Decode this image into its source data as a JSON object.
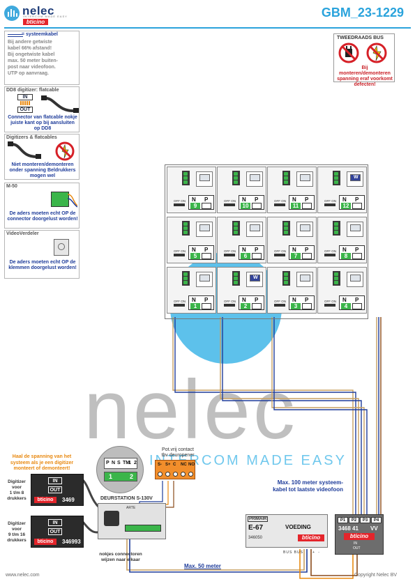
{
  "header": {
    "logo_name": "nelec",
    "logo_tagline": "INTERCOM MADE EASY",
    "brand": "bticino",
    "doc_code": "GBM_23-1229"
  },
  "warning_box": {
    "title": "TWEEDRAADS BUS",
    "text": "Bij monteren/demonteren spanning eraf voorkomt defecten!"
  },
  "side_panels": {
    "cable": {
      "title": "= systeemkabel",
      "lines": [
        "Bij andere getwiste",
        "kabel 66% afstand!",
        "Bij ongetwiste kabel",
        "max. 50 meter buiten-",
        "post naar videofoon.",
        "UTP op aanvraag."
      ]
    },
    "flatcable": {
      "title": "DD8 digitizer: flatcable",
      "in_label": "IN",
      "out_label": "OUT",
      "text": "Connector van flatcable nokje juiste kant op bij aansluiten op DD8"
    },
    "digitizers": {
      "title": "Digitizers & flatcables",
      "text": "Niet monteren/demonteren onder spanning Beldrukkers mogen wel"
    },
    "m50": {
      "title": "M-50",
      "text": "De aders moeten echt OP de connector doorgelust worden!"
    },
    "videoverdeler": {
      "title": "VideoVerdeler",
      "text": "De aders moeten echt OP de klemmen doorgelust worden!"
    }
  },
  "grid": {
    "switch_label": "OFF ON",
    "n_label": "N",
    "p_label": "P",
    "accent_marker": "W",
    "rows": [
      [
        {
          "num": "9"
        },
        {
          "num": "10"
        },
        {
          "num": "11"
        },
        {
          "num": "12",
          "accent": true
        }
      ],
      [
        {
          "num": "5"
        },
        {
          "num": "6"
        },
        {
          "num": "7"
        },
        {
          "num": "8"
        }
      ],
      [
        {
          "num": "1"
        },
        {
          "num": "2",
          "accent": true
        },
        {
          "num": "3"
        },
        {
          "num": "4"
        }
      ]
    ]
  },
  "watermark": {
    "word": "nelec",
    "tagline": "INTERCOM MADE EASY"
  },
  "panel_module": {
    "terminals": [
      "P",
      "N",
      "S",
      "TM",
      "1",
      "2"
    ],
    "markers": [
      "1",
      "2"
    ]
  },
  "relay": {
    "title_line1": "Pot.vrij contact",
    "title_line2": "tbv deuropener",
    "terminals": [
      "S-",
      "S+",
      "C",
      "NC",
      "NO"
    ]
  },
  "digitizer_note": "Haal de spanning van het systeem als je een digitizer monteert of demonteert!",
  "digitizer1": {
    "label_lines": [
      "Digitizer",
      "voor",
      "1 t/m 8",
      "drukkers"
    ],
    "code": "3469",
    "brand": "bticino",
    "in": "IN",
    "out": "OUT"
  },
  "digitizer2": {
    "label_lines": [
      "Digitizer",
      "voor",
      "9 t/m 16",
      "drukkers"
    ],
    "code": "346993",
    "brand": "bticino",
    "in": "IN",
    "out": "OUT"
  },
  "door_station": {
    "title": "DEURSTATION S-130V",
    "art": "ARTE"
  },
  "connector_note": {
    "line1": "nokjes connectoren",
    "line2": "wijzen naar elkaar"
  },
  "power_supply": {
    "primair": "PRIMAIR",
    "model": "E-67",
    "title": "VOEDING",
    "code": "346050",
    "brand": "bticino",
    "pins_left": "BUS BUS",
    "pins_right": "+ -"
  },
  "distributor": {
    "ports": [
      "P1",
      "P2",
      "P3",
      "P4"
    ],
    "code": "3468 41",
    "vv": "VV",
    "brand": "bticino",
    "in": "IN",
    "out": "OUT"
  },
  "system_cable_note": {
    "line1": "Max. 100 meter systeem-",
    "line2": "kabel tot laatste videofoon"
  },
  "max_50": "Max. 50 meter",
  "footer": {
    "left": "www.nelec.com",
    "right": "Copyright Nelec BV"
  },
  "colors": {
    "accent_blue": "#2aa3dc",
    "text_blue": "#1e3c9a",
    "green": "#3bb54a",
    "orange": "#e8880f",
    "red": "#e4252b"
  }
}
